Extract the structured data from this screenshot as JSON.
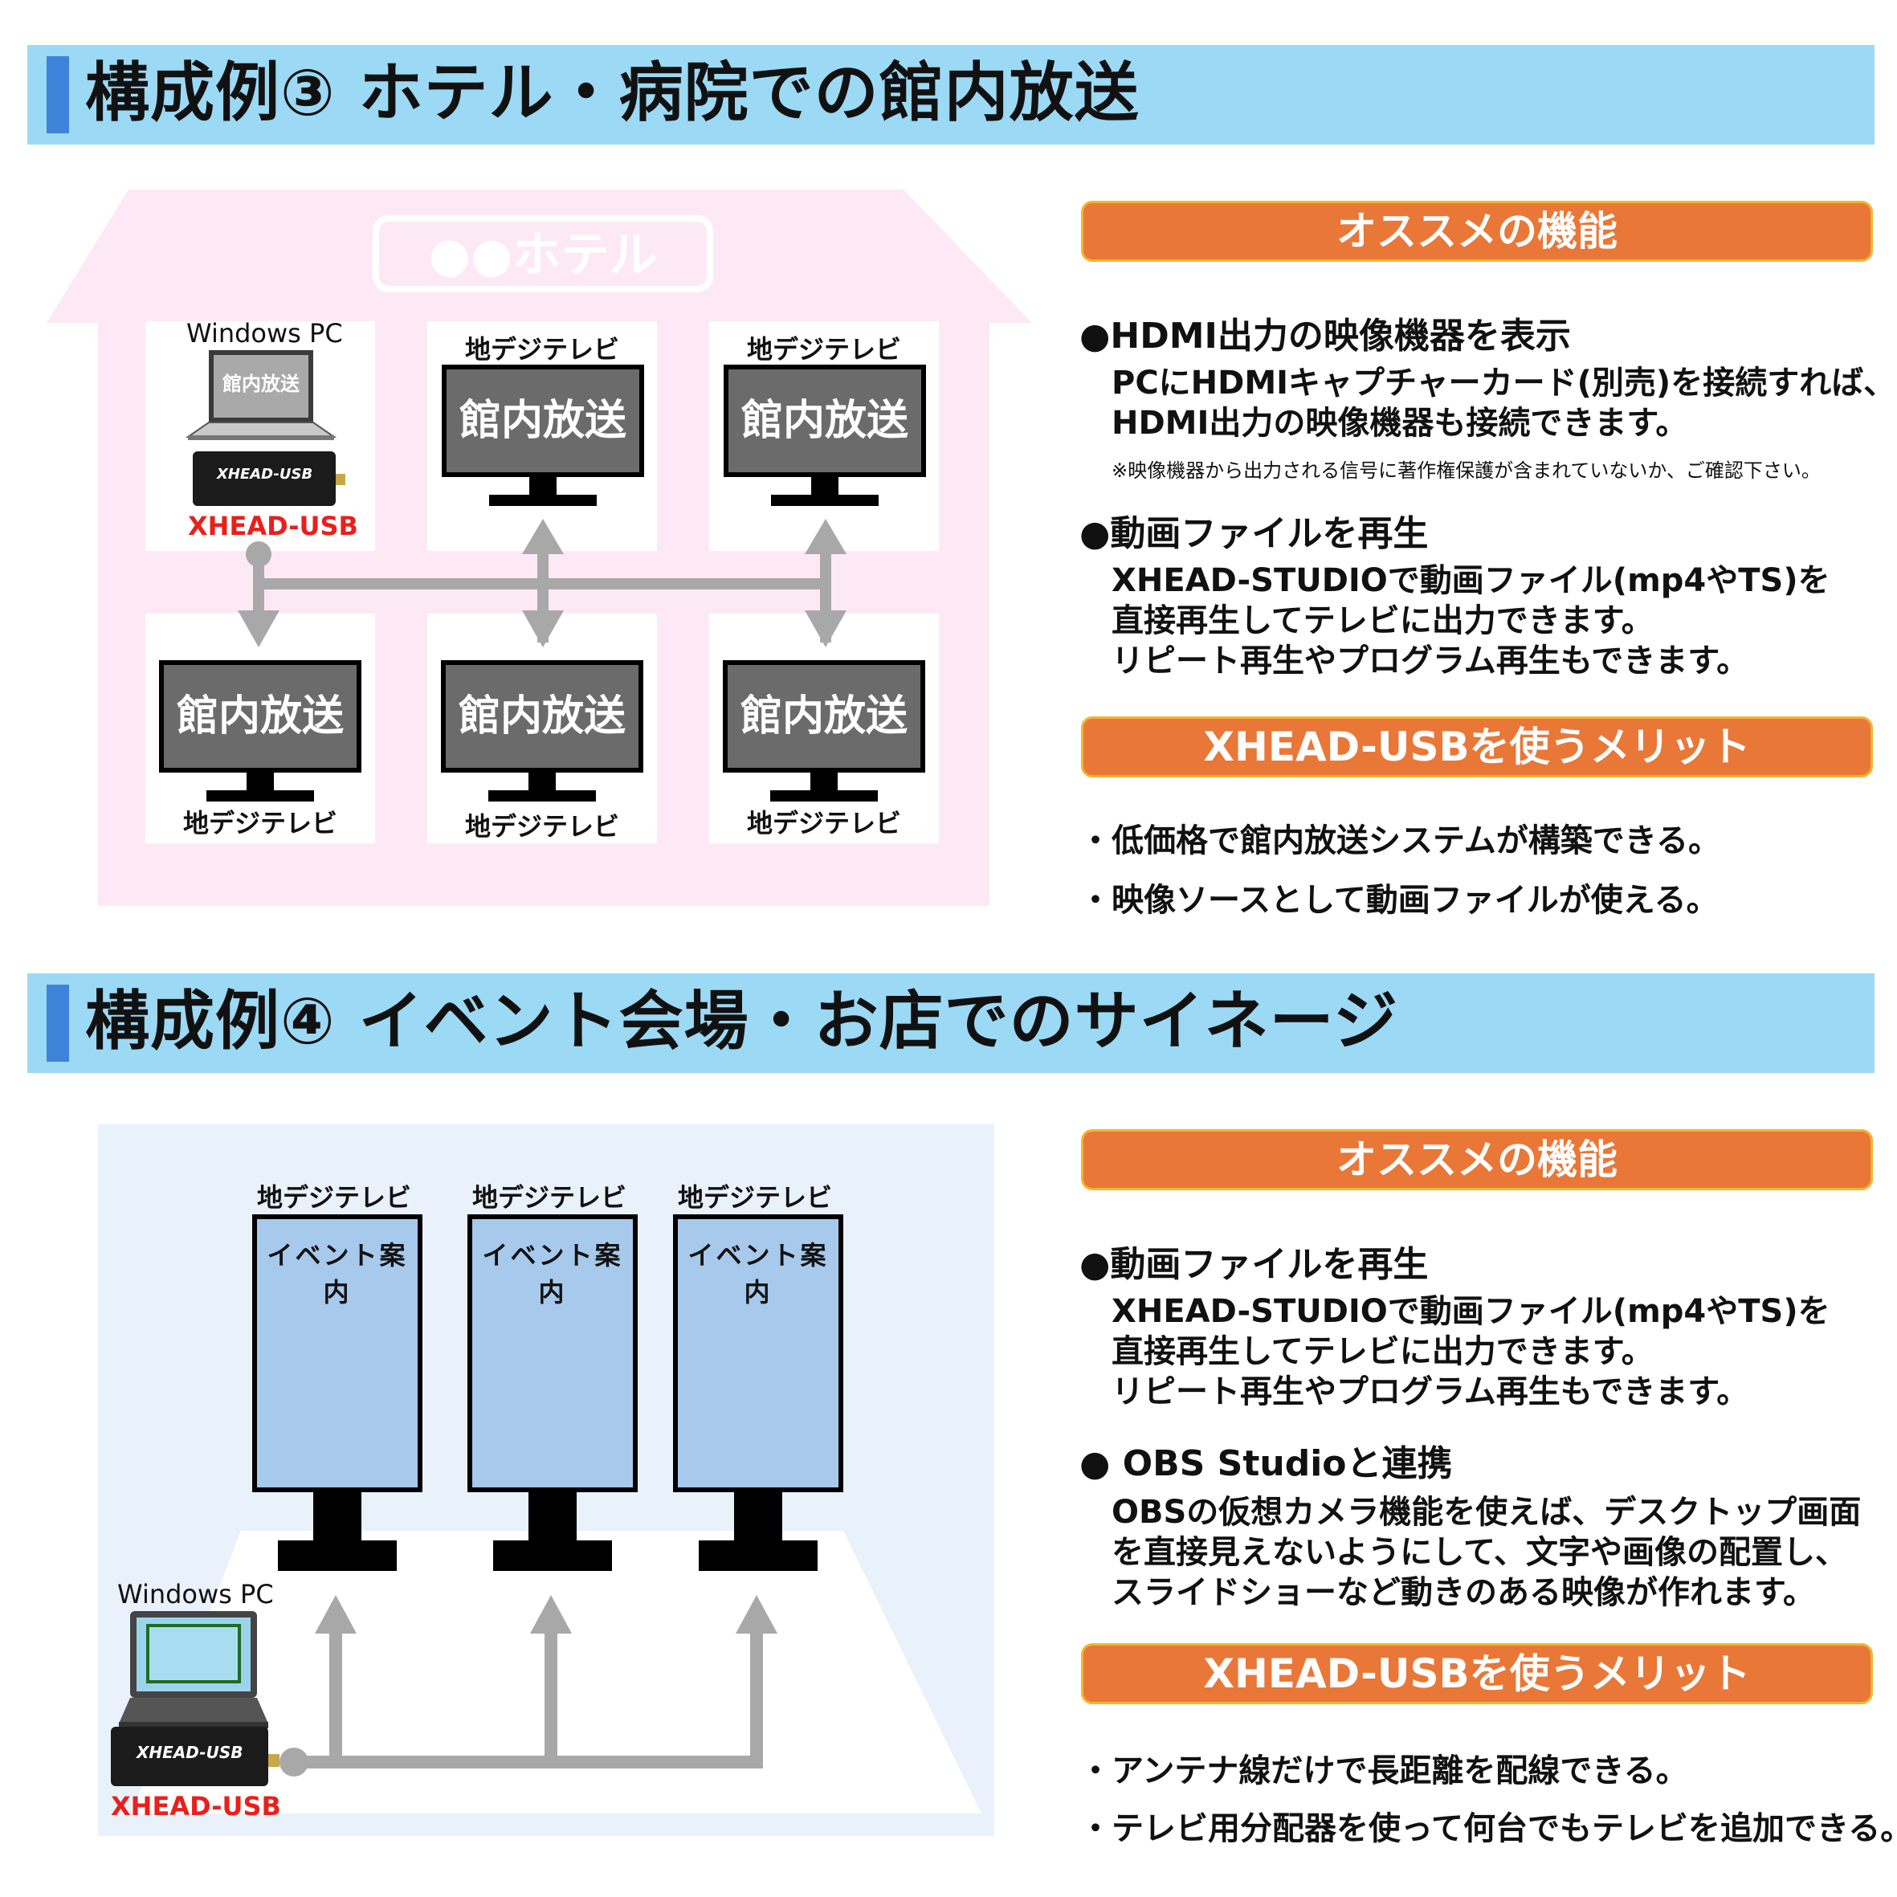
{
  "section3": {
    "title": "構成例③ ホテル・病院での館内放送",
    "building_sign": "●●ホテル",
    "pc_label": "Windows PC",
    "pc_screen_text": "館内放送",
    "device_label": "XHEAD-USB",
    "device_text": "XHEAD-USB",
    "tv_label": "地デジテレビ",
    "tv_screen": "館内放送",
    "features_title": "オススメの機能",
    "feature1_head": "●HDMI出力の映像機器を表示",
    "feature1_body": "PCにHDMIキャプチャーカード(別売)を接続すれば、\nHDMI出力の映像機器も接続できます。",
    "feature1_note": "※映像機器から出力される信号に著作権保護が含まれていないか、ご確認下さい。",
    "feature2_head": "●動画ファイルを再生",
    "feature2_body": "XHEAD-STUDIOで動画ファイル(mp4やTS)を\n直接再生してテレビに出力できます。\nリピート再生やプログラム再生もできます。",
    "merits_title": "XHEAD-USBを使うメリット",
    "merit1": "・低価格で館内放送システムが構築できる。",
    "merit2": "・映像ソースとして動画ファイルが使える。"
  },
  "section4": {
    "title": "構成例④ イベント会場・お店でのサイネージ",
    "tv_label": "地デジテレビ",
    "tv_screen": "イベント案内",
    "pc_label": "Windows PC",
    "device_label": "XHEAD-USB",
    "device_text": "XHEAD-USB",
    "features_title": "オススメの機能",
    "feature1_head": "●動画ファイルを再生",
    "feature1_body": "XHEAD-STUDIOで動画ファイル(mp4やTS)を\n直接再生してテレビに出力できます。\nリピート再生やプログラム再生もできます。",
    "feature2_head": "● OBS Studioと連携",
    "feature2_body": "OBSの仮想カメラ機能を使えば、デスクトップ画面\nを直接見えないようにして、文字や画像の配置し、\nスライドショーなど動きのある映像が作れます。",
    "merits_title": "XHEAD-USBを使うメリット",
    "merit1": "・アンテナ線だけで長距離を配線できる。",
    "merit2": "・テレビ用分配器を使って何台でもテレビを追加できる。"
  },
  "colors": {
    "header_bg": "#9bd9f5",
    "header_accent": "#3d83d9",
    "orange": "#e97737",
    "orange_border": "#f2b530",
    "building_pink": "#fde9f5",
    "venue_blue": "#e9f1fb",
    "tv_gray": "#6b6b6b",
    "portrait_blue": "#a7c9ec",
    "arrow_gray": "#a8a8a8",
    "device_label_red": "#e8201c"
  }
}
